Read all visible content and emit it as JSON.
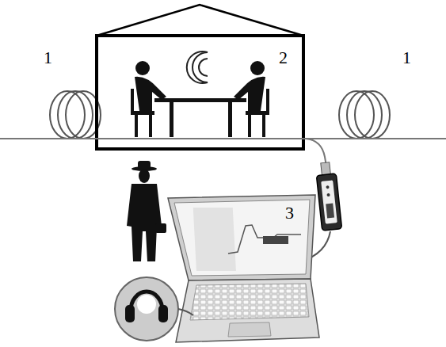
{
  "diagram": {
    "labels": [
      "1",
      "2",
      "1",
      "3"
    ]
  }
}
